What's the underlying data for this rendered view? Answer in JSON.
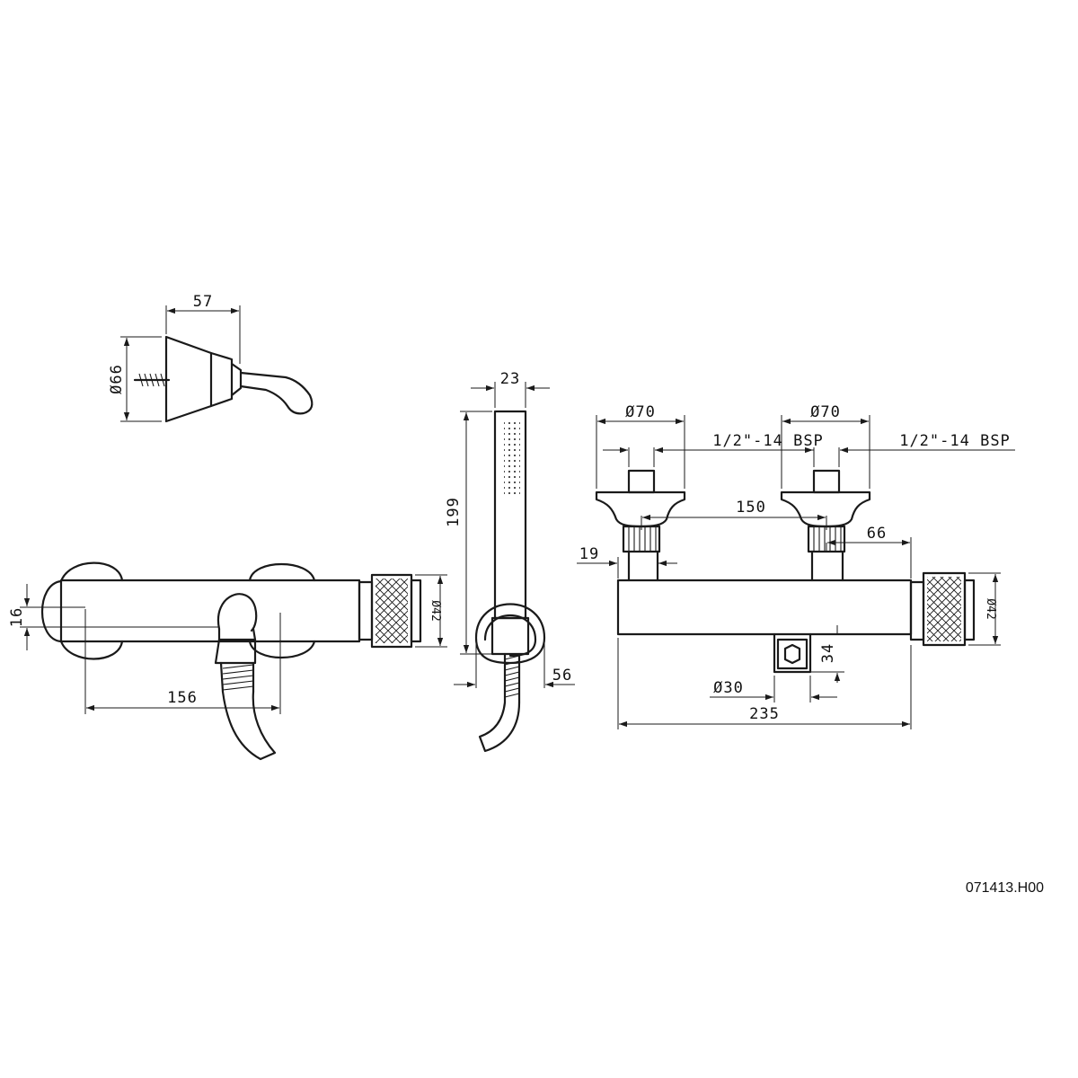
{
  "drawing_code": "071413.H00",
  "wall_bracket": {
    "width_dim": "57",
    "diameter_dim": "Ø66"
  },
  "hand_shower": {
    "width_dim": "23",
    "length_dim": "199",
    "holder_dim": "56"
  },
  "front_view": {
    "height_dim": "16",
    "centers_dim": "156",
    "knob_dim": "Ø42"
  },
  "top_view": {
    "eccentric_left_dim": "Ø70",
    "eccentric_right_dim": "Ø70",
    "thread_left": "1/2\"-14 BSP",
    "thread_right": "1/2\"-14 BSP",
    "centers_dim": "150",
    "offset_dim": "66",
    "pipe_dim": "19",
    "knob_dim": "Ø42",
    "outlet_height_dim": "34",
    "outlet_diameter_dim": "Ø30",
    "length_dim": "235"
  }
}
